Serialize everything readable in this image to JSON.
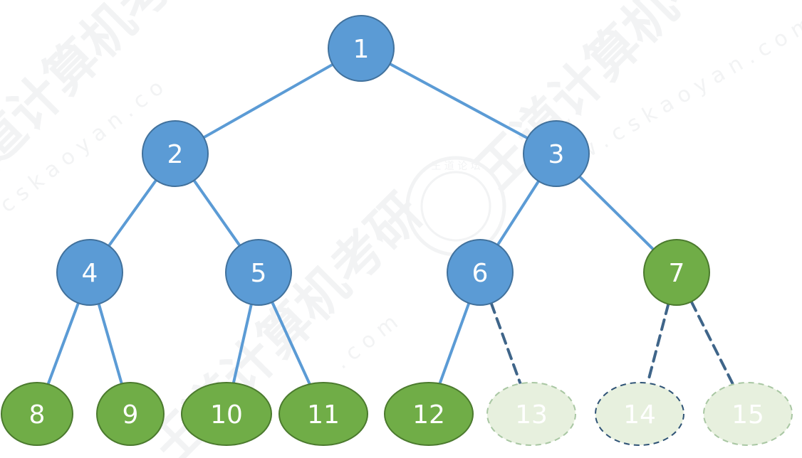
{
  "colors": {
    "internal_fill": "#5b9bd5",
    "internal_stroke": "#41719c",
    "leaf_fill": "#70ad47",
    "leaf_stroke": "#4b7a2e",
    "phantom_fill": "#e7f0de",
    "edge": "#5b9bd5",
    "dashed_edge": "#3f6589",
    "phantom_stroke": "#a9c7a3",
    "dark_dash_stroke": "#2f5376"
  },
  "nodes": [
    {
      "label": "1",
      "kind": "internal"
    },
    {
      "label": "2",
      "kind": "internal"
    },
    {
      "label": "3",
      "kind": "internal"
    },
    {
      "label": "4",
      "kind": "internal"
    },
    {
      "label": "5",
      "kind": "internal"
    },
    {
      "label": "6",
      "kind": "internal"
    },
    {
      "label": "7",
      "kind": "leaf"
    },
    {
      "label": "8",
      "kind": "leaf"
    },
    {
      "label": "9",
      "kind": "leaf"
    },
    {
      "label": "10",
      "kind": "leaf"
    },
    {
      "label": "11",
      "kind": "leaf"
    },
    {
      "label": "12",
      "kind": "leaf"
    },
    {
      "label": "13",
      "kind": "phantom"
    },
    {
      "label": "14",
      "kind": "phantom-dark"
    },
    {
      "label": "15",
      "kind": "phantom"
    }
  ],
  "edges": [
    {
      "from": "1",
      "to": "2",
      "style": "solid"
    },
    {
      "from": "1",
      "to": "3",
      "style": "solid"
    },
    {
      "from": "2",
      "to": "4",
      "style": "solid"
    },
    {
      "from": "2",
      "to": "5",
      "style": "solid"
    },
    {
      "from": "3",
      "to": "6",
      "style": "solid"
    },
    {
      "from": "3",
      "to": "7",
      "style": "solid"
    },
    {
      "from": "4",
      "to": "8",
      "style": "solid"
    },
    {
      "from": "4",
      "to": "9",
      "style": "solid"
    },
    {
      "from": "5",
      "to": "10",
      "style": "solid"
    },
    {
      "from": "5",
      "to": "11",
      "style": "solid"
    },
    {
      "from": "6",
      "to": "12",
      "style": "solid"
    },
    {
      "from": "6",
      "to": "13",
      "style": "dashed"
    },
    {
      "from": "7",
      "to": "14",
      "style": "dashed"
    },
    {
      "from": "7",
      "to": "15",
      "style": "dashed"
    }
  ],
  "watermark": {
    "brand": "王道计算机考研",
    "site_a": "w w w . c s k a o y a n . c o m",
    "site_b": "c s k a o y a n . c o",
    "site_c": ". c o m",
    "seal_text": "王 道 论 坛"
  }
}
